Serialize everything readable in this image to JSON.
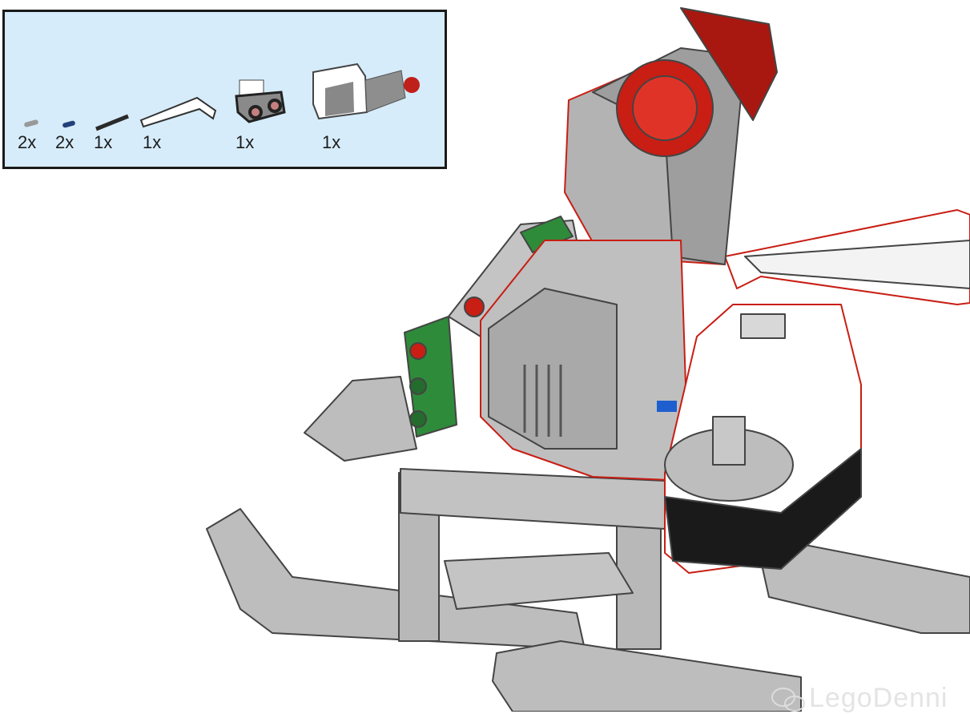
{
  "parts_list": {
    "items": [
      {
        "name": "gray-connector-pin",
        "quantity": "2x"
      },
      {
        "name": "blue-axle-pin",
        "quantity": "2x"
      },
      {
        "name": "black-axle",
        "quantity": "1x"
      },
      {
        "name": "white-angled-beam",
        "quantity": "1x"
      },
      {
        "name": "ultrasonic-sensor",
        "quantity": "1x"
      },
      {
        "name": "medium-motor",
        "quantity": "1x"
      }
    ]
  },
  "watermark": "LegoDenni",
  "colors": {
    "parts_bg": "#d6ecfa",
    "beam_gray": "#b9b9b9",
    "red": "#c81e14",
    "green": "#2e8b3a",
    "blue": "#1e5fd0"
  }
}
